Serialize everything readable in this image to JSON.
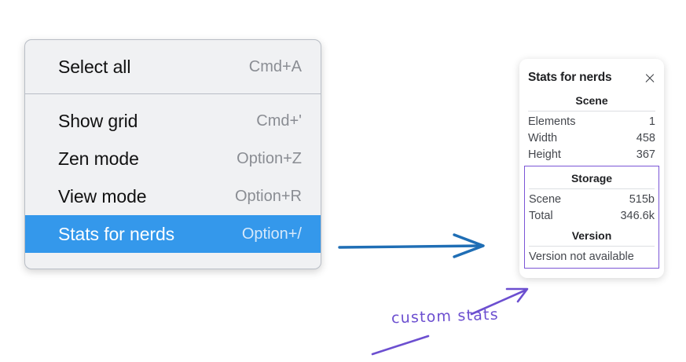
{
  "context_menu": {
    "groups": [
      {
        "items": [
          {
            "label": "Select all",
            "shortcut": "Cmd+A",
            "selected": false
          }
        ]
      },
      {
        "items": [
          {
            "label": "Show grid",
            "shortcut": "Cmd+'",
            "selected": false
          },
          {
            "label": "Zen mode",
            "shortcut": "Option+Z",
            "selected": false
          },
          {
            "label": "View mode",
            "shortcut": "Option+R",
            "selected": false
          },
          {
            "label": "Stats for nerds",
            "shortcut": "Option+/",
            "selected": true
          }
        ]
      }
    ],
    "highlight_color": "#3498eb"
  },
  "stats_panel": {
    "title": "Stats for nerds",
    "close_icon": "close-icon",
    "sections": [
      {
        "title": "Scene",
        "boxed": false,
        "rows": [
          {
            "key": "Elements",
            "value": "1"
          },
          {
            "key": "Width",
            "value": "458"
          },
          {
            "key": "Height",
            "value": "367"
          }
        ]
      },
      {
        "title": "Storage",
        "boxed": true,
        "rows": [
          {
            "key": "Scene",
            "value": "515b"
          },
          {
            "key": "Total",
            "value": "346.6k"
          }
        ]
      },
      {
        "title": "Version",
        "boxed": true,
        "text": "Version not available"
      }
    ],
    "highlight_box_color": "#7b56d6"
  },
  "annotations": {
    "blue_arrow_color": "#1f6eb5",
    "purple_color": "#6c4fd0",
    "handwritten_label": "custom stats"
  }
}
